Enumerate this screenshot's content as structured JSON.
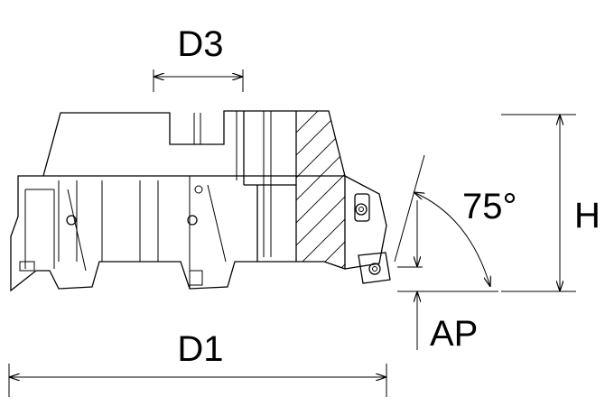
{
  "labels": {
    "d3": "D3",
    "d1": "D1",
    "h": "H",
    "ap": "AP",
    "angle": "75°"
  },
  "colors": {
    "line": "#000000",
    "background": "#ffffff"
  },
  "icons": {
    "insert_screw": "screw-icon"
  }
}
